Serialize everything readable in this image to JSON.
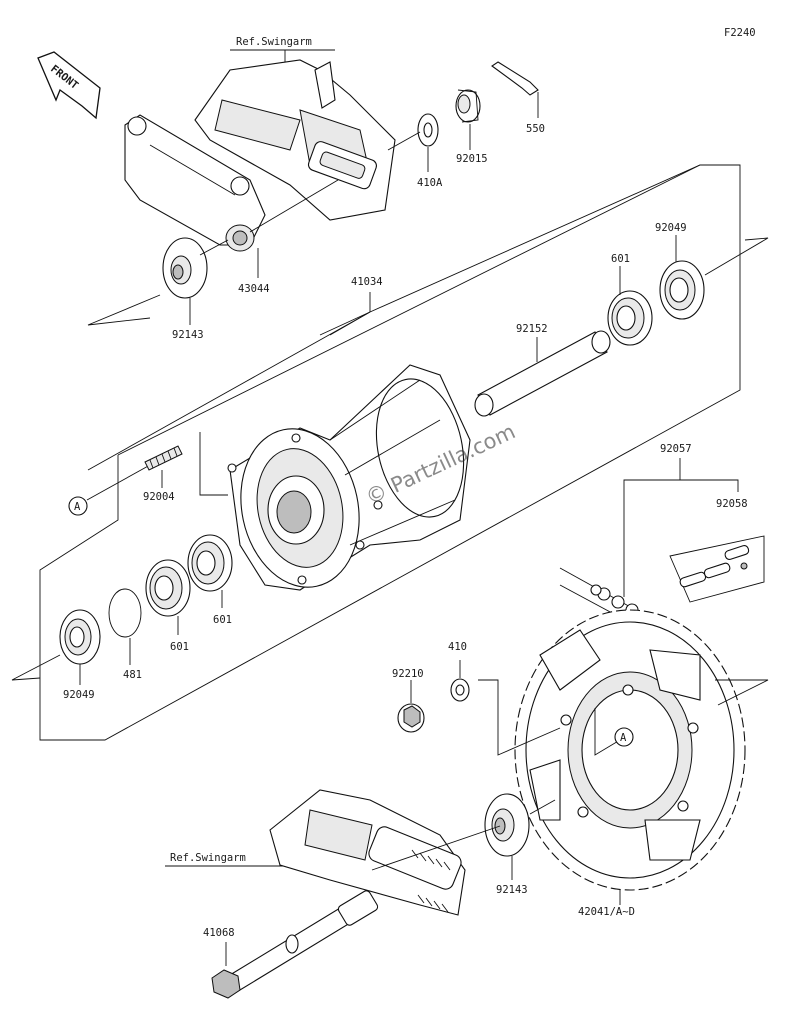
{
  "figure_code": "F2240",
  "watermark": "© Partzilla.com",
  "front_label": "FRONT",
  "ref_swingarm_top": "Ref.Swingarm",
  "ref_swingarm_bottom": "Ref.Swingarm",
  "callout_a": "A",
  "parts": {
    "p550": "550",
    "p92015": "92015",
    "p410a": "410A",
    "p43044": "43044",
    "p92143_top": "92143",
    "p41034": "41034",
    "p92049_top": "92049",
    "p601_top": "601",
    "p92152": "92152",
    "p92004": "92004",
    "p92057": "92057",
    "p92058": "92058",
    "p601_mid": "601",
    "p601_left": "601",
    "p481": "481",
    "p92049_left": "92049",
    "p410": "410",
    "p92210": "92210",
    "p92143_bottom": "92143",
    "p42041": "42041/A~D",
    "p41068": "41068"
  }
}
